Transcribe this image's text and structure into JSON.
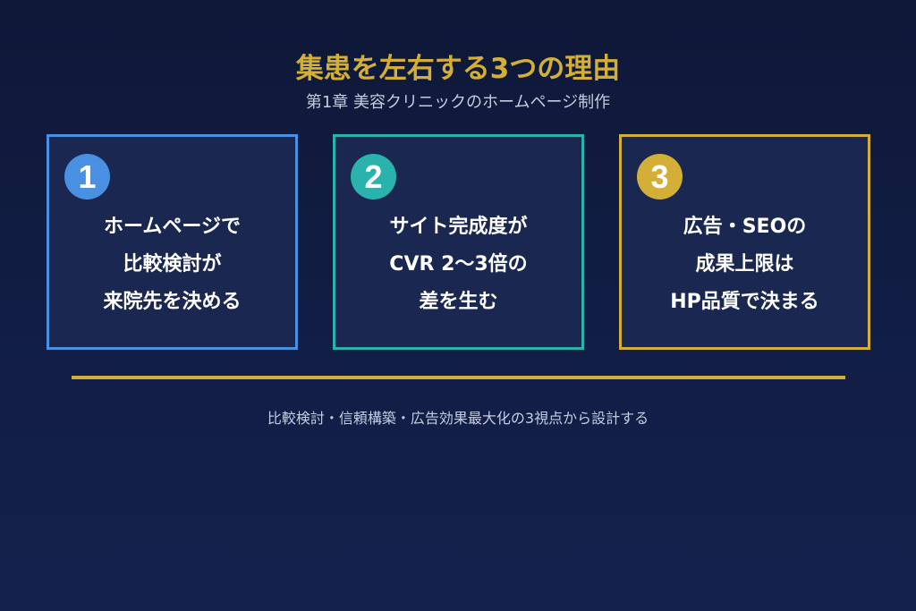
{
  "header": {
    "title": "集患を左右する3つの理由",
    "subtitle": "第1章 美容クリニックのホームページ制作"
  },
  "colors": {
    "background_top": "#0e1838",
    "background_bottom": "#13214c",
    "card_fill": "#1a2750",
    "title_gold": "#d4af37",
    "subtitle_text": "#c4cce0",
    "card_text": "#ffffff"
  },
  "cards": [
    {
      "number": "1",
      "accent": "#4a90e2",
      "lines": [
        "ホームページで",
        "比較検討が",
        "来院先を決める"
      ]
    },
    {
      "number": "2",
      "accent": "#2ab3ad",
      "lines": [
        "サイト完成度が",
        "CVR 2〜3倍の",
        "差を生む"
      ]
    },
    {
      "number": "3",
      "accent": "#d4af37",
      "lines": [
        "広告・SEOの",
        "成果上限は",
        "HP品質で決まる"
      ]
    }
  ],
  "divider": {
    "color": "#d4af37"
  },
  "footer": {
    "text": "比較検討・信頼構築・広告効果最大化の3視点から設計する"
  }
}
